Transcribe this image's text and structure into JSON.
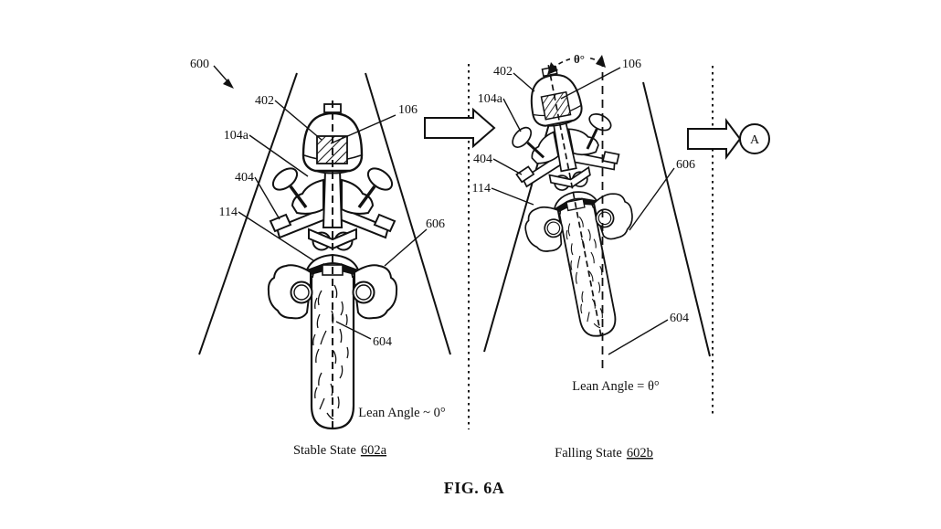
{
  "figure": {
    "caption": "FIG. 6A",
    "overall_ref": "600",
    "angle_label": "θ°",
    "detail_marker": "A"
  },
  "stable_panel": {
    "refs": {
      "helmet": "402",
      "mirror": "104a",
      "handlebar": "404",
      "chassis": "114",
      "sensor": "106",
      "frame": "606",
      "wheel": "604"
    },
    "lean_angle_text": "Lean Angle ~ 0°",
    "state_label": "Stable State",
    "state_ref": "602a"
  },
  "falling_panel": {
    "refs": {
      "helmet": "402",
      "mirror": "104a",
      "handlebar": "404",
      "chassis": "114",
      "sensor": "106",
      "frame": "606",
      "wheel": "604"
    },
    "lean_angle_text": "Lean Angle = θ°",
    "state_label": "Falling State",
    "state_ref": "602b"
  }
}
